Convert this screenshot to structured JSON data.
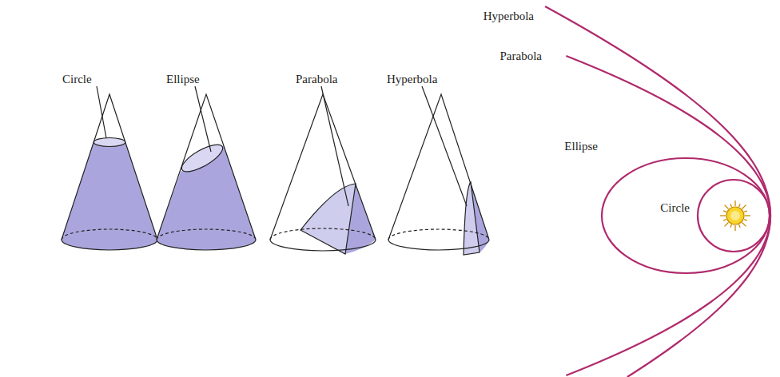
{
  "diagram": {
    "labels": [
      "Circle",
      "Ellipse",
      "Parabola",
      "Hyperbola",
      "Hyperbola",
      "Parabola",
      "Ellipse",
      "Circle"
    ]
  }
}
